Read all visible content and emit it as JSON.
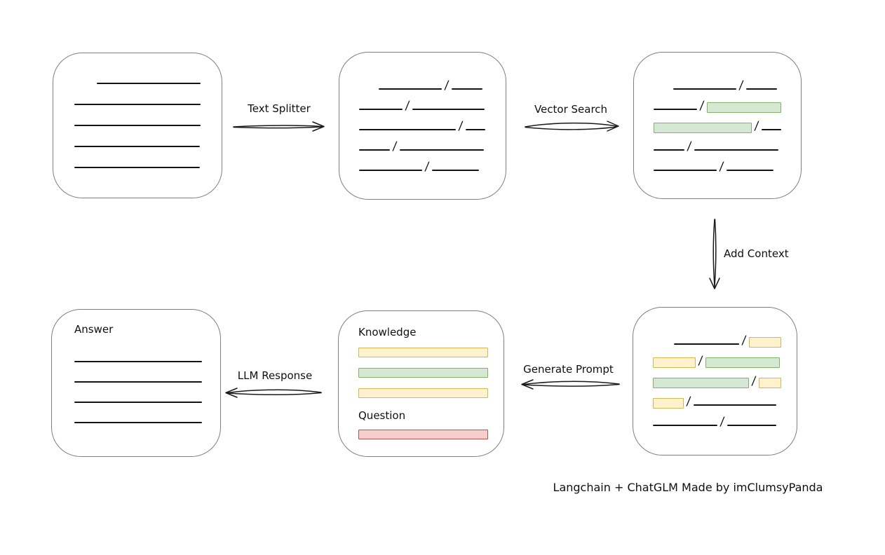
{
  "caption": "Langchain + ChatGLM Made by imClumsyPanda",
  "colors": {
    "green_fill": "#d5e8d4",
    "green_stroke": "#82b366",
    "yellow_fill": "#fff2cc",
    "yellow_stroke": "#d6b656",
    "red_fill": "#f8cecc",
    "red_stroke": "#b85450",
    "box_border": "#7f7f7f",
    "line_color": "#141414"
  },
  "arrows": {
    "text_splitter": {
      "label": "Text Splitter",
      "direction": "right"
    },
    "vector_search": {
      "label": "Vector Search",
      "direction": "right"
    },
    "add_context": {
      "label": "Add Context",
      "direction": "down"
    },
    "generate_prompt": {
      "label": "Generate Prompt",
      "direction": "left"
    },
    "llm_response": {
      "label": "LLM Response",
      "direction": "left"
    }
  },
  "boxes": {
    "document": {
      "rows": [
        [
          {
            "t": "line",
            "w": 148,
            "ind": 32
          }
        ],
        [
          {
            "t": "line",
            "w": 180
          }
        ],
        [
          {
            "t": "line",
            "w": 180
          }
        ],
        [
          {
            "t": "line",
            "w": 179
          }
        ],
        [
          {
            "t": "line",
            "w": 179
          }
        ]
      ]
    },
    "split_chunks": {
      "rows": [
        [
          {
            "t": "line",
            "w": 90,
            "ind": 28
          },
          {
            "t": "slash"
          },
          {
            "t": "line",
            "w": 44
          }
        ],
        [
          {
            "t": "line",
            "w": 62
          },
          {
            "t": "slash"
          },
          {
            "t": "line",
            "w": 103
          }
        ],
        [
          {
            "t": "line",
            "w": 138
          },
          {
            "t": "slash"
          },
          {
            "t": "line",
            "w": 28
          }
        ],
        [
          {
            "t": "line",
            "w": 44
          },
          {
            "t": "slash"
          },
          {
            "t": "line",
            "w": 120
          }
        ],
        [
          {
            "t": "line",
            "w": 90
          },
          {
            "t": "slash"
          },
          {
            "t": "line",
            "w": 67
          }
        ]
      ]
    },
    "vector_matches": {
      "rows": [
        [
          {
            "t": "line",
            "w": 90,
            "ind": 28
          },
          {
            "t": "slash"
          },
          {
            "t": "line",
            "w": 44
          }
        ],
        [
          {
            "t": "line",
            "w": 62
          },
          {
            "t": "slash"
          },
          {
            "t": "green",
            "w": 104
          }
        ],
        [
          {
            "t": "green",
            "w": 138
          },
          {
            "t": "slash"
          },
          {
            "t": "line",
            "w": 28
          }
        ],
        [
          {
            "t": "line",
            "w": 44
          },
          {
            "t": "slash"
          },
          {
            "t": "line",
            "w": 120
          }
        ],
        [
          {
            "t": "line",
            "w": 90
          },
          {
            "t": "slash"
          },
          {
            "t": "line",
            "w": 67
          }
        ]
      ]
    },
    "context_chunks": {
      "rows": [
        [
          {
            "t": "line",
            "w": 93,
            "ind": 30
          },
          {
            "t": "slash"
          },
          {
            "t": "yellow",
            "w": 44
          }
        ],
        [
          {
            "t": "yellow",
            "w": 59
          },
          {
            "t": "slash"
          },
          {
            "t": "green",
            "w": 104
          }
        ],
        [
          {
            "t": "green",
            "w": 135
          },
          {
            "t": "slash"
          },
          {
            "t": "yellow",
            "w": 30
          }
        ],
        [
          {
            "t": "yellow",
            "w": 42
          },
          {
            "t": "slash"
          },
          {
            "t": "line",
            "w": 118
          }
        ],
        [
          {
            "t": "line",
            "w": 92
          },
          {
            "t": "slash"
          },
          {
            "t": "line",
            "w": 70
          }
        ]
      ]
    },
    "prompt": {
      "knowledge_label": "Knowledge",
      "question_label": "Question",
      "knowledge_bars": [
        "yellow",
        "green",
        "yellow"
      ],
      "question_bars": [
        "red"
      ]
    },
    "answer": {
      "label": "Answer",
      "rows": [
        [
          {
            "t": "line",
            "w": 182
          }
        ],
        [
          {
            "t": "line",
            "w": 182
          }
        ],
        [
          {
            "t": "line",
            "w": 182
          }
        ],
        [
          {
            "t": "line",
            "w": 182
          }
        ]
      ]
    }
  }
}
